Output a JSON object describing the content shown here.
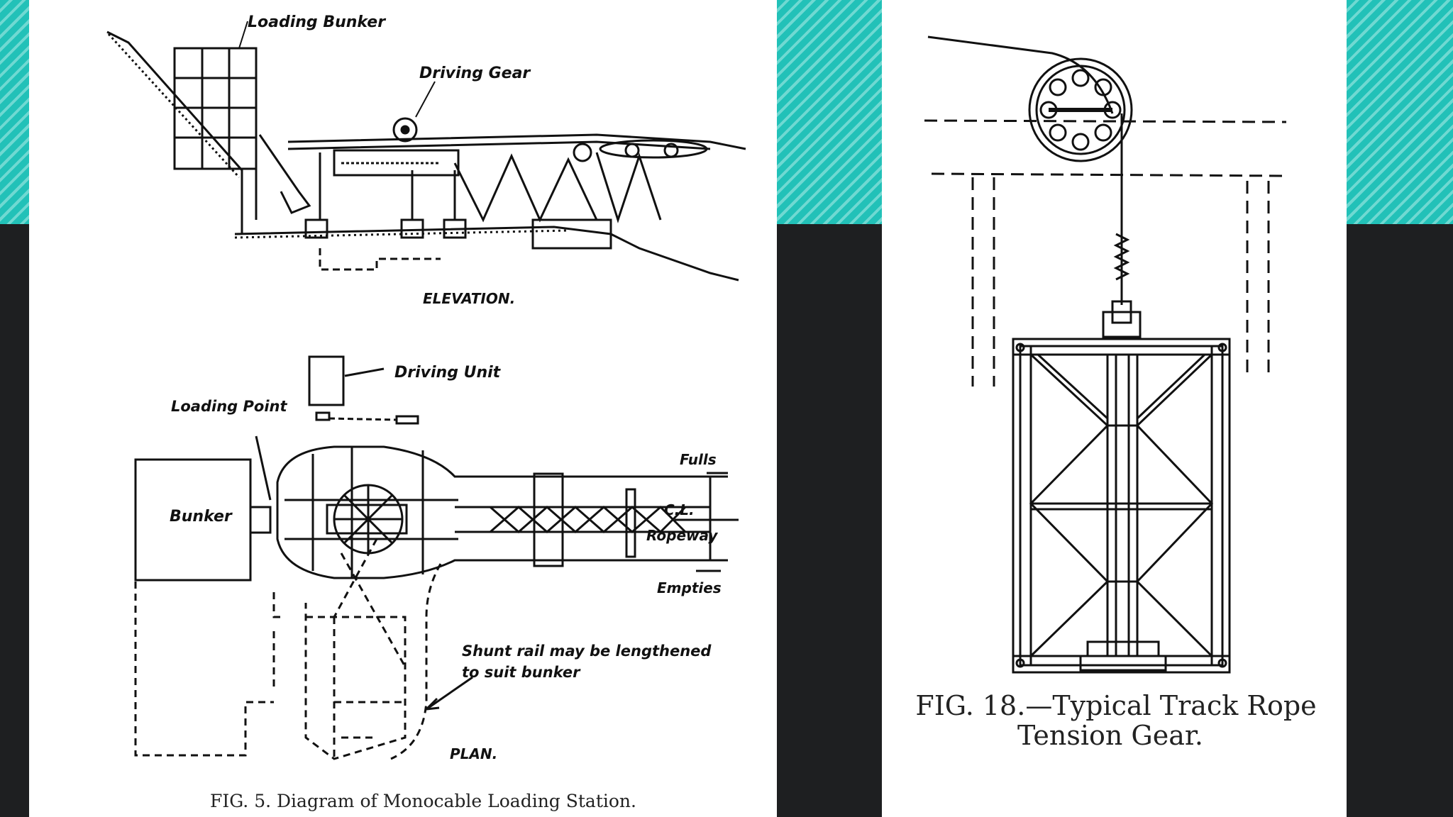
{
  "slide": {
    "accent_color": "#22c1b8",
    "background_color": "#1e1f21"
  },
  "figure_left": {
    "labels": {
      "loading_bunker": "Loading Bunker",
      "driving_gear": "Driving Gear",
      "elevation": "ELEVATION.",
      "driving_unit": "Driving Unit",
      "loading_point": "Loading Point",
      "bunker": "Bunker",
      "fulls": "Fulls",
      "cl": "C.L.",
      "ropeway": "Ropeway",
      "empties": "Empties",
      "shunt_note_line1": "Shunt rail may be lengthened",
      "shunt_note_line2": "to suit bunker",
      "plan": "PLAN."
    },
    "caption": "FIG. 5. Diagram of Monocable Loading Station."
  },
  "figure_right": {
    "caption_line1": "FIG. 18.—Typical Track Rope",
    "caption_line2": "Tension Gear."
  }
}
